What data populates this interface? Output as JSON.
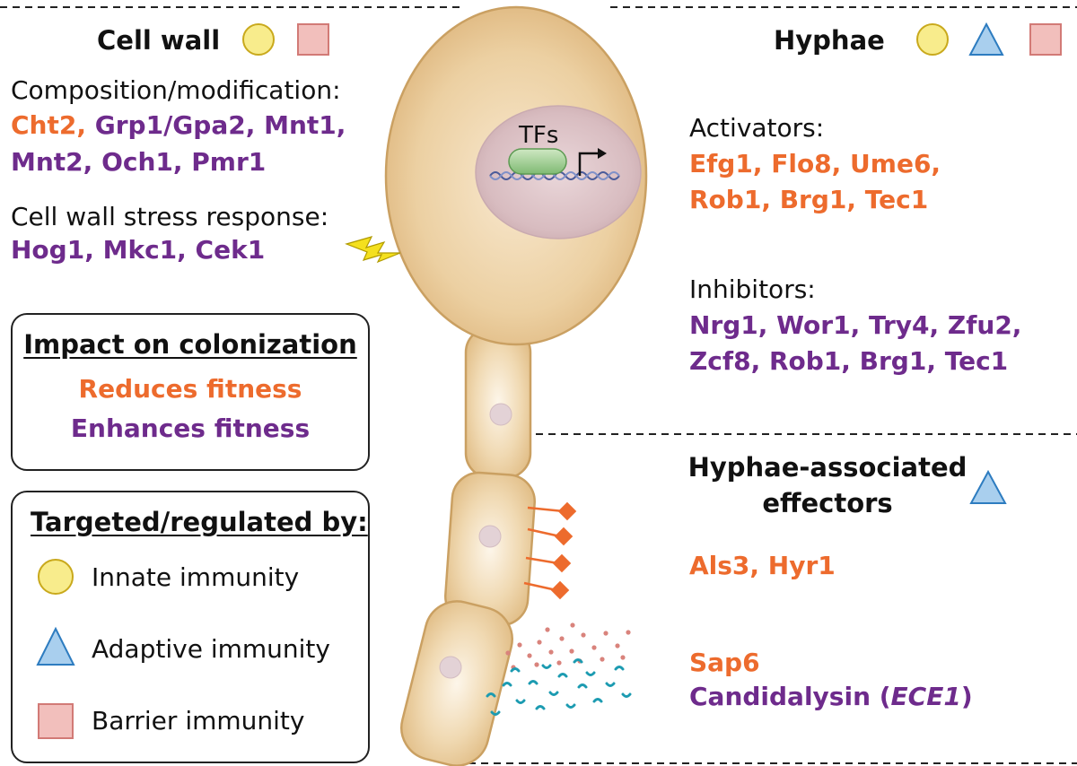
{
  "cell_wall": {
    "title": "Cell wall",
    "composition_heading": "Composition/modification:",
    "composition_genes": [
      {
        "text": "Cht2,",
        "color": "orange"
      },
      {
        "text": "Grp1/Gpa2,",
        "color": "purple"
      },
      {
        "text": "Mnt1,",
        "color": "purple"
      },
      {
        "text": "Mnt2,",
        "color": "purple"
      },
      {
        "text": "Och1,",
        "color": "purple"
      },
      {
        "text": "Pmr1",
        "color": "purple"
      }
    ],
    "stress_heading": "Cell wall stress response:",
    "stress_genes": "Hog1, Mkc1, Cek1"
  },
  "nucleus": {
    "label": "TFs"
  },
  "hyphae": {
    "title": "Hyphae",
    "activators_heading": "Activators:",
    "activators_line1": "Efg1, Flo8, Ume6,",
    "activators_line2": "Rob1, Brg1, Tec1",
    "inhibitors_heading": "Inhibitors:",
    "inhibitors_line1": "Nrg1, Wor1, Try4, Zfu2,",
    "inhibitors_line2": "Zcf8, Rob1, Brg1, Tec1"
  },
  "effectors": {
    "title_line1": "Hyphae-associated",
    "title_line2": "effectors",
    "genes1": "Als3, Hyr1",
    "genes2": "Sap6",
    "genes3_prefix": "Candidalysin (",
    "genes3_italic": "ECE1",
    "genes3_suffix": ")"
  },
  "impact_box": {
    "title": "Impact on colonization",
    "reduces": "Reduces fitness",
    "enhances": "Enhances fitness"
  },
  "legend_box": {
    "title": "Targeted/regulated by:",
    "items": [
      {
        "icon": "circle-icon",
        "label": "Innate immunity"
      },
      {
        "icon": "triangle-icon",
        "label": "Adaptive immunity"
      },
      {
        "icon": "square-icon",
        "label": "Barrier immunity"
      }
    ]
  },
  "colors": {
    "orange": "#ed6b2d",
    "purple": "#6e2b8c",
    "innate_yellow": "#f8ec8c",
    "adaptive_blue": "#a9cfee",
    "barrier_pink": "#f2bfbc",
    "cell_tan": "#e8c898"
  }
}
